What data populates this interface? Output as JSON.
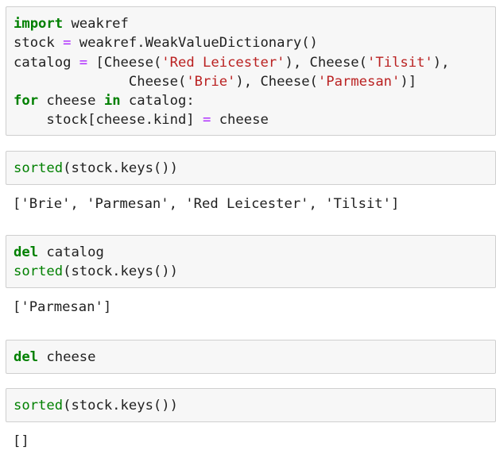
{
  "cells": [
    {
      "lines": [
        [
          {
            "t": "import",
            "c": "kw"
          },
          {
            "t": " weakref"
          }
        ],
        [
          {
            "t": "stock "
          },
          {
            "t": "=",
            "c": "op"
          },
          {
            "t": " weakref.WeakValueDictionary()"
          }
        ],
        [
          {
            "t": "catalog "
          },
          {
            "t": "=",
            "c": "op"
          },
          {
            "t": " [Cheese("
          },
          {
            "t": "'Red Leicester'",
            "c": "st"
          },
          {
            "t": "), Cheese("
          },
          {
            "t": "'Tilsit'",
            "c": "st"
          },
          {
            "t": "),"
          }
        ],
        [
          {
            "t": "              Cheese("
          },
          {
            "t": "'Brie'",
            "c": "st"
          },
          {
            "t": "), Cheese("
          },
          {
            "t": "'Parmesan'",
            "c": "st"
          },
          {
            "t": ")]"
          }
        ],
        [
          {
            "t": "for",
            "c": "kw"
          },
          {
            "t": " cheese "
          },
          {
            "t": "in",
            "c": "kw"
          },
          {
            "t": " catalog:"
          }
        ],
        [
          {
            "t": "    stock[cheese.kind] "
          },
          {
            "t": "=",
            "c": "op"
          },
          {
            "t": " cheese"
          }
        ]
      ],
      "output": null
    },
    {
      "lines": [
        [
          {
            "t": "sorted",
            "c": "bi"
          },
          {
            "t": "(stock.keys())"
          }
        ]
      ],
      "output": "['Brie', 'Parmesan', 'Red Leicester', 'Tilsit']"
    },
    {
      "lines": [
        [
          {
            "t": "del",
            "c": "kw"
          },
          {
            "t": " catalog"
          }
        ],
        [
          {
            "t": "sorted",
            "c": "bi"
          },
          {
            "t": "(stock.keys())"
          }
        ]
      ],
      "output": "['Parmesan']"
    },
    {
      "lines": [
        [
          {
            "t": "del",
            "c": "kw"
          },
          {
            "t": " cheese"
          }
        ]
      ],
      "output": null
    },
    {
      "lines": [
        [
          {
            "t": "sorted",
            "c": "bi"
          },
          {
            "t": "(stock.keys())"
          }
        ]
      ],
      "output": "[]"
    }
  ]
}
